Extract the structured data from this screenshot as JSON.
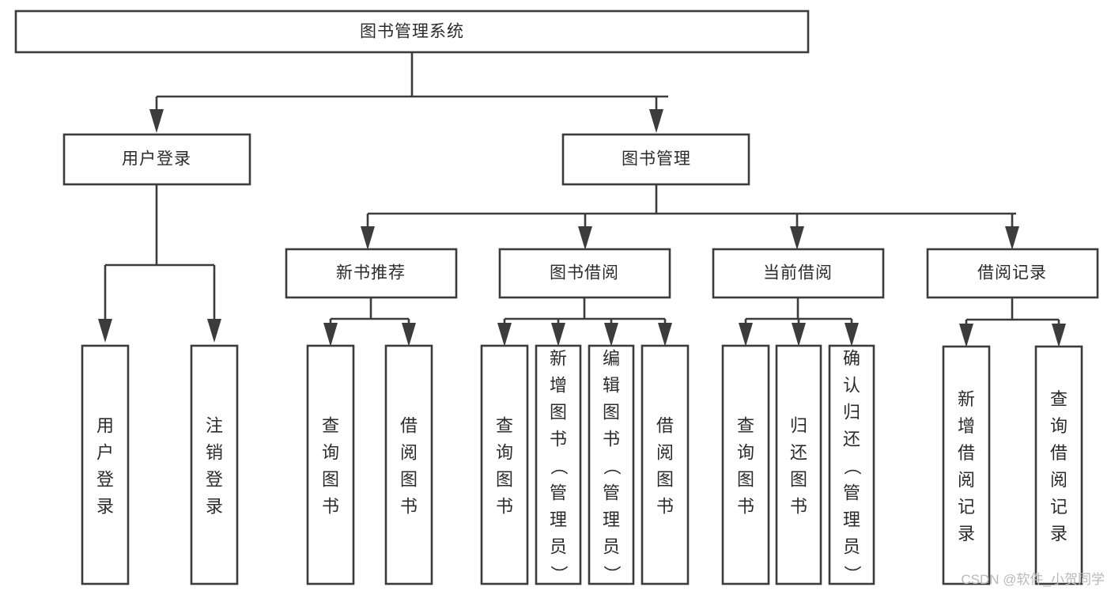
{
  "diagram": {
    "title": "图书管理系统",
    "type": "tree-hierarchy-chart",
    "orientation": "top-down",
    "colors": {
      "box_stroke": "#3c3c3c",
      "box_fill": "#ffffff",
      "text": "#2b2b2b",
      "connector": "#3c3c3c",
      "background": "#ffffff",
      "watermark": "#b9b9b9"
    },
    "root": {
      "id": "root",
      "label": "图书管理系统",
      "orientation": "horizontal"
    },
    "level2": [
      {
        "id": "user-login",
        "label": "用户登录",
        "orientation": "horizontal"
      },
      {
        "id": "book-manage",
        "label": "图书管理",
        "orientation": "horizontal"
      }
    ],
    "level3": [
      {
        "id": "new-book-recommend",
        "label": "新书推荐",
        "parent": "book-manage",
        "orientation": "horizontal"
      },
      {
        "id": "book-borrow",
        "label": "图书借阅",
        "parent": "book-manage",
        "orientation": "horizontal"
      },
      {
        "id": "current-borrow",
        "label": "当前借阅",
        "parent": "book-manage",
        "orientation": "horizontal"
      },
      {
        "id": "borrow-record",
        "label": "借阅记录",
        "parent": "book-manage",
        "orientation": "horizontal"
      }
    ],
    "leaves": [
      {
        "id": "leaf-user-login",
        "label": "用户登录",
        "parent": "user-login",
        "orientation": "vertical"
      },
      {
        "id": "leaf-user-logout",
        "label": "注销登录",
        "parent": "user-login",
        "orientation": "vertical"
      },
      {
        "id": "leaf-query-book-1",
        "label": "查询图书",
        "parent": "new-book-recommend",
        "orientation": "vertical"
      },
      {
        "id": "leaf-borrow-book-1",
        "label": "借阅图书",
        "parent": "new-book-recommend",
        "orientation": "vertical"
      },
      {
        "id": "leaf-query-book-2",
        "label": "查询图书",
        "parent": "book-borrow",
        "orientation": "vertical"
      },
      {
        "id": "leaf-add-book",
        "label": "新增图书（管理员）",
        "parent": "book-borrow",
        "orientation": "vertical"
      },
      {
        "id": "leaf-edit-book",
        "label": "编辑图书（管理员）",
        "parent": "book-borrow",
        "orientation": "vertical"
      },
      {
        "id": "leaf-borrow-book-2",
        "label": "借阅图书",
        "parent": "book-borrow",
        "orientation": "vertical"
      },
      {
        "id": "leaf-query-book-3",
        "label": "查询图书",
        "parent": "current-borrow",
        "orientation": "vertical"
      },
      {
        "id": "leaf-return-book",
        "label": "归还图书",
        "parent": "current-borrow",
        "orientation": "vertical"
      },
      {
        "id": "leaf-confirm-return",
        "label": "确认归还（管理员）",
        "parent": "current-borrow",
        "orientation": "vertical"
      },
      {
        "id": "leaf-add-record",
        "label": "新增借阅记录",
        "parent": "borrow-record",
        "orientation": "vertical"
      },
      {
        "id": "leaf-query-record",
        "label": "查询借阅记录",
        "parent": "borrow-record",
        "orientation": "vertical"
      }
    ]
  },
  "watermark": {
    "text": "CSDN @软件_小贺同学"
  }
}
